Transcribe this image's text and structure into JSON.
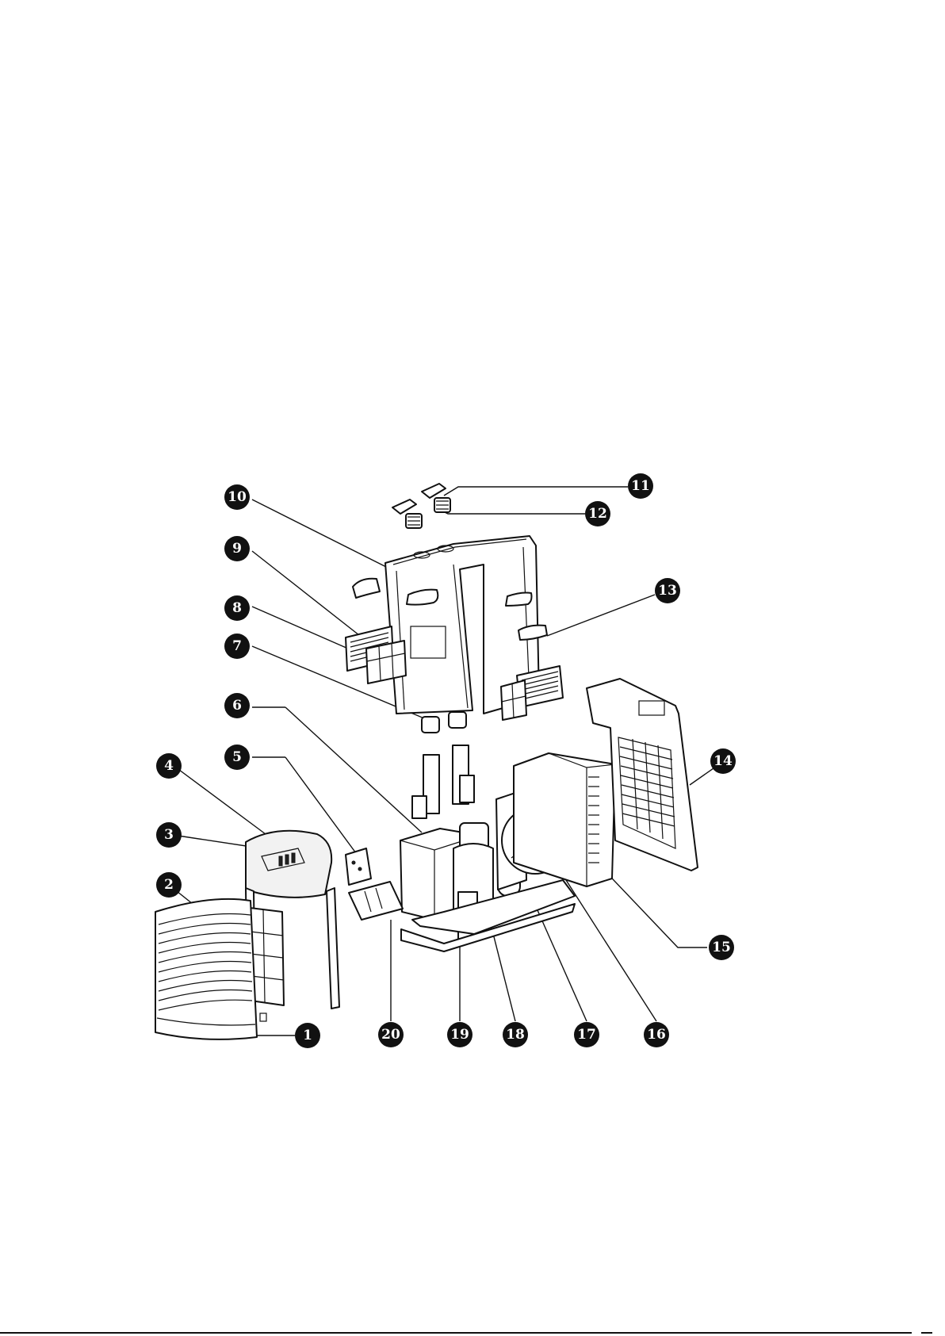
{
  "diagram": {
    "callouts": [
      {
        "id": "1",
        "label": "1"
      },
      {
        "id": "2",
        "label": "2"
      },
      {
        "id": "3",
        "label": "3"
      },
      {
        "id": "4",
        "label": "4"
      },
      {
        "id": "5",
        "label": "5"
      },
      {
        "id": "6",
        "label": "6"
      },
      {
        "id": "7",
        "label": "7"
      },
      {
        "id": "8",
        "label": "8"
      },
      {
        "id": "9",
        "label": "9"
      },
      {
        "id": "10",
        "label": "10"
      },
      {
        "id": "11",
        "label": "11"
      },
      {
        "id": "12",
        "label": "12"
      },
      {
        "id": "13",
        "label": "13"
      },
      {
        "id": "14",
        "label": "14"
      },
      {
        "id": "15",
        "label": "15"
      },
      {
        "id": "16",
        "label": "16"
      },
      {
        "id": "17",
        "label": "17"
      },
      {
        "id": "18",
        "label": "18"
      },
      {
        "id": "19",
        "label": "19"
      },
      {
        "id": "20",
        "label": "20"
      }
    ],
    "callout_color": "#111111",
    "line_color": "#111111"
  }
}
